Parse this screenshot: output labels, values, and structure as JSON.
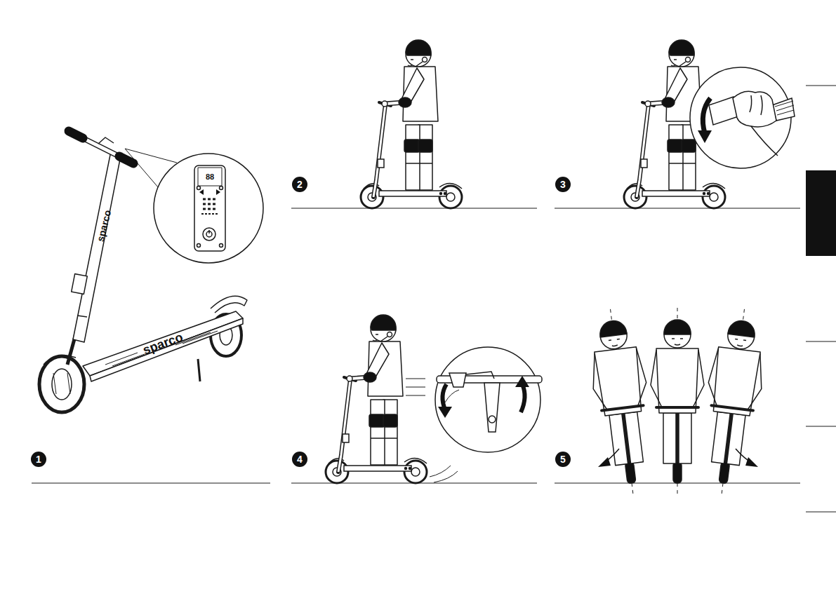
{
  "diagram": {
    "nodes": [
      {
        "text": [
          "1"
        ]
      },
      {
        "text": [
          "2"
        ]
      },
      {
        "text": [
          "3"
        ]
      },
      {
        "text": [
          "4"
        ]
      },
      {
        "text": [
          "5"
        ]
      }
    ],
    "labels": [
      "sparco",
      "sparco",
      "88"
    ]
  }
}
